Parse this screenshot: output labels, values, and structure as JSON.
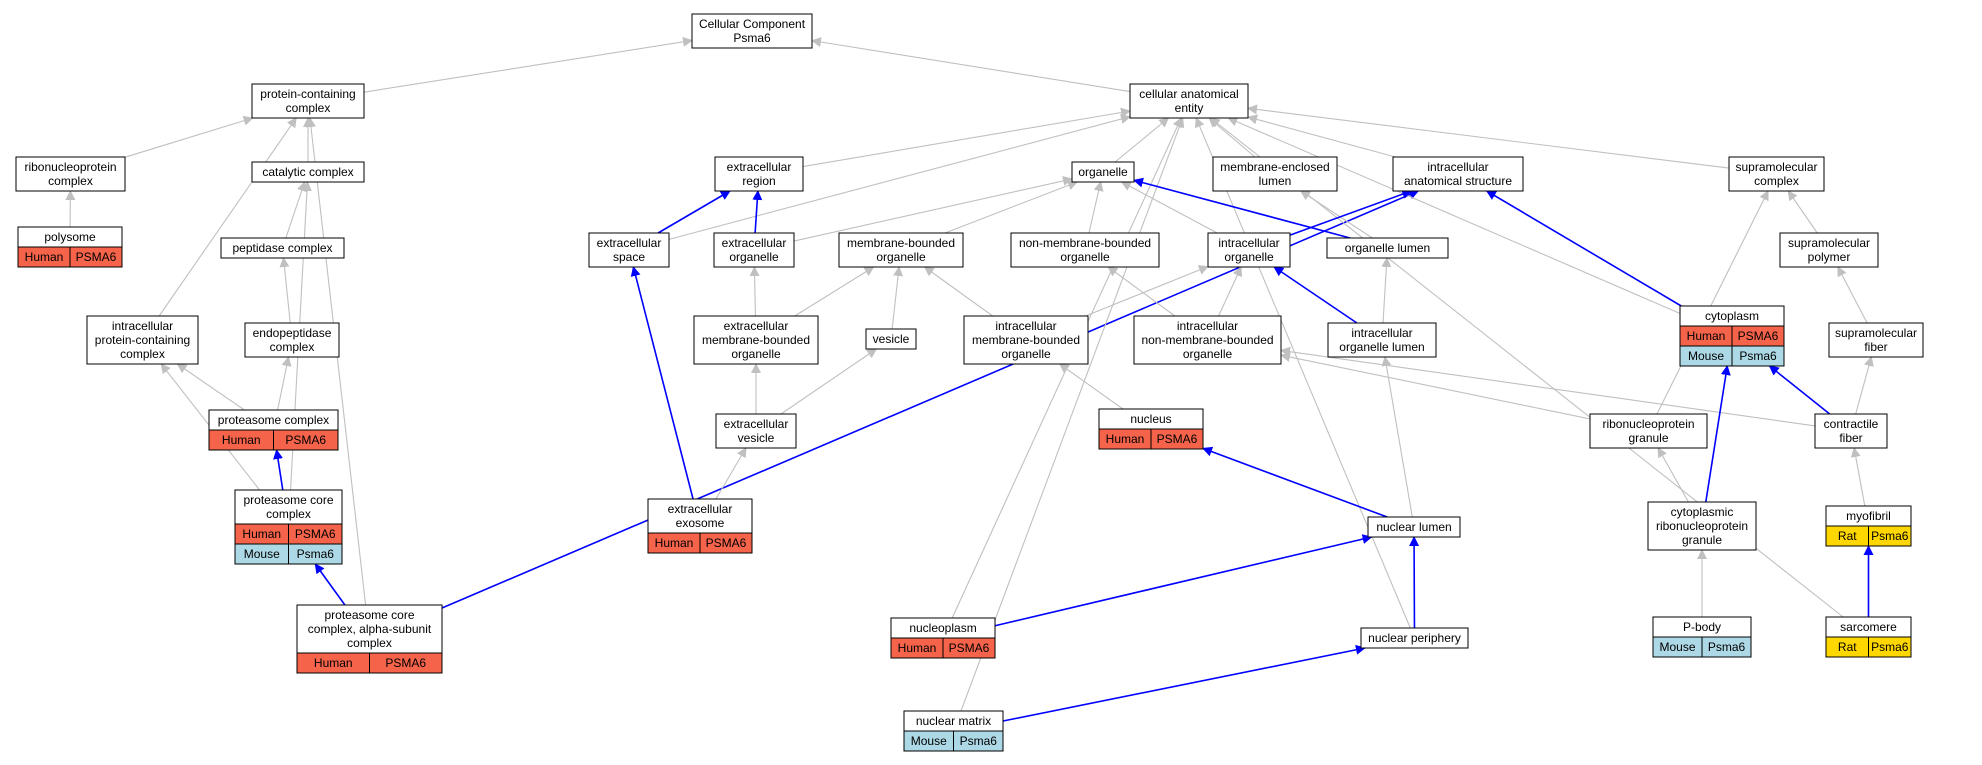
{
  "colors": {
    "edge_gray": "#c0c0c0",
    "edge_blue": "#0000ff",
    "human": "#f4634a",
    "mouse": "#add8e6",
    "rat": "#ffd700",
    "node_fill": "#ffffff",
    "node_stroke": "#000000"
  },
  "nodes": [
    {
      "id": "cc",
      "lines": [
        "Cellular Component",
        "Psma6"
      ],
      "tags": []
    },
    {
      "id": "pcc",
      "lines": [
        "protein-containing",
        "complex"
      ],
      "tags": []
    },
    {
      "id": "cae",
      "lines": [
        "cellular anatomical",
        "entity"
      ],
      "tags": []
    },
    {
      "id": "rnpc",
      "lines": [
        "ribonucleoprotein",
        "complex"
      ],
      "tags": []
    },
    {
      "id": "catc",
      "lines": [
        "catalytic complex"
      ],
      "tags": []
    },
    {
      "id": "exreg",
      "lines": [
        "extracellular",
        "region"
      ],
      "tags": []
    },
    {
      "id": "org",
      "lines": [
        "organelle"
      ],
      "tags": []
    },
    {
      "id": "mel",
      "lines": [
        "membrane-enclosed",
        "lumen"
      ],
      "tags": []
    },
    {
      "id": "ias",
      "lines": [
        "intracellular",
        "anatomical structure"
      ],
      "tags": []
    },
    {
      "id": "smc",
      "lines": [
        "supramolecular",
        "complex"
      ],
      "tags": []
    },
    {
      "id": "polysome",
      "lines": [
        "polysome"
      ],
      "tags": [
        {
          "species": "Human",
          "gene": "PSMA6"
        }
      ]
    },
    {
      "id": "pepc",
      "lines": [
        "peptidase complex"
      ],
      "tags": []
    },
    {
      "id": "exsp",
      "lines": [
        "extracellular",
        "space"
      ],
      "tags": []
    },
    {
      "id": "exorg",
      "lines": [
        "extracellular",
        "organelle"
      ],
      "tags": []
    },
    {
      "id": "mbo",
      "lines": [
        "membrane-bounded",
        "organelle"
      ],
      "tags": []
    },
    {
      "id": "nmbo",
      "lines": [
        "non-membrane-bounded",
        "organelle"
      ],
      "tags": []
    },
    {
      "id": "io",
      "lines": [
        "intracellular",
        "organelle"
      ],
      "tags": []
    },
    {
      "id": "ol",
      "lines": [
        "organelle lumen"
      ],
      "tags": []
    },
    {
      "id": "smp",
      "lines": [
        "supramolecular",
        "polymer"
      ],
      "tags": []
    },
    {
      "id": "ipcc",
      "lines": [
        "intracellular",
        "protein-containing",
        "complex"
      ],
      "tags": []
    },
    {
      "id": "endoc",
      "lines": [
        "endopeptidase",
        "complex"
      ],
      "tags": []
    },
    {
      "id": "exmbo",
      "lines": [
        "extracellular",
        "membrane-bounded",
        "organelle"
      ],
      "tags": []
    },
    {
      "id": "vesicle",
      "lines": [
        "vesicle"
      ],
      "tags": []
    },
    {
      "id": "imbo",
      "lines": [
        "intracellular",
        "membrane-bounded",
        "organelle"
      ],
      "tags": []
    },
    {
      "id": "inmbo",
      "lines": [
        "intracellular",
        "non-membrane-bounded",
        "organelle"
      ],
      "tags": []
    },
    {
      "id": "iol",
      "lines": [
        "intracellular",
        "organelle lumen"
      ],
      "tags": []
    },
    {
      "id": "cyto",
      "lines": [
        "cytoplasm"
      ],
      "tags": [
        {
          "species": "Human",
          "gene": "PSMA6"
        },
        {
          "species": "Mouse",
          "gene": "Psma6"
        }
      ]
    },
    {
      "id": "smf",
      "lines": [
        "supramolecular",
        "fiber"
      ],
      "tags": []
    },
    {
      "id": "protc",
      "lines": [
        "proteasome complex"
      ],
      "tags": [
        {
          "species": "Human",
          "gene": "PSMA6"
        }
      ]
    },
    {
      "id": "exves",
      "lines": [
        "extracellular",
        "vesicle"
      ],
      "tags": []
    },
    {
      "id": "nucleus",
      "lines": [
        "nucleus"
      ],
      "tags": [
        {
          "species": "Human",
          "gene": "PSMA6"
        }
      ]
    },
    {
      "id": "rnpg",
      "lines": [
        "ribonucleoprotein",
        "granule"
      ],
      "tags": []
    },
    {
      "id": "cfib",
      "lines": [
        "contractile",
        "fiber"
      ],
      "tags": []
    },
    {
      "id": "pcore",
      "lines": [
        "proteasome core",
        "complex"
      ],
      "tags": [
        {
          "species": "Human",
          "gene": "PSMA6"
        },
        {
          "species": "Mouse",
          "gene": "Psma6"
        }
      ]
    },
    {
      "id": "exo",
      "lines": [
        "extracellular",
        "exosome"
      ],
      "tags": [
        {
          "species": "Human",
          "gene": "PSMA6"
        }
      ]
    },
    {
      "id": "nlum",
      "lines": [
        "nuclear lumen"
      ],
      "tags": []
    },
    {
      "id": "crnpg",
      "lines": [
        "cytoplasmic",
        "ribonucleoprotein",
        "granule"
      ],
      "tags": []
    },
    {
      "id": "myo",
      "lines": [
        "myofibril"
      ],
      "tags": [
        {
          "species": "Rat",
          "gene": "Psma6"
        }
      ]
    },
    {
      "id": "pcalpha",
      "lines": [
        "proteasome core",
        "complex, alpha-subunit",
        "complex"
      ],
      "tags": [
        {
          "species": "Human",
          "gene": "PSMA6"
        }
      ]
    },
    {
      "id": "nplasm",
      "lines": [
        "nucleoplasm"
      ],
      "tags": [
        {
          "species": "Human",
          "gene": "PSMA6"
        }
      ]
    },
    {
      "id": "nper",
      "lines": [
        "nuclear periphery"
      ],
      "tags": []
    },
    {
      "id": "pbody",
      "lines": [
        "P-body"
      ],
      "tags": [
        {
          "species": "Mouse",
          "gene": "Psma6"
        }
      ]
    },
    {
      "id": "sarc",
      "lines": [
        "sarcomere"
      ],
      "tags": [
        {
          "species": "Rat",
          "gene": "Psma6"
        }
      ]
    },
    {
      "id": "nmat",
      "lines": [
        "nuclear matrix"
      ],
      "tags": [
        {
          "species": "Mouse",
          "gene": "Psma6"
        }
      ]
    }
  ],
  "edges": [
    {
      "from": "pcc",
      "to": "cc",
      "color": "gray"
    },
    {
      "from": "cae",
      "to": "cc",
      "color": "gray"
    },
    {
      "from": "rnpc",
      "to": "pcc",
      "color": "gray"
    },
    {
      "from": "catc",
      "to": "pcc",
      "color": "gray"
    },
    {
      "from": "ipcc",
      "to": "pcc",
      "color": "gray"
    },
    {
      "from": "pcalpha",
      "to": "pcc",
      "color": "gray"
    },
    {
      "from": "polysome",
      "to": "rnpc",
      "color": "gray"
    },
    {
      "from": "pepc",
      "to": "catc",
      "color": "gray"
    },
    {
      "from": "pcore",
      "to": "catc",
      "color": "gray"
    },
    {
      "from": "endoc",
      "to": "pepc",
      "color": "gray"
    },
    {
      "from": "protc",
      "to": "endoc",
      "color": "gray"
    },
    {
      "from": "protc",
      "to": "ipcc",
      "color": "gray"
    },
    {
      "from": "pcore",
      "to": "ipcc",
      "color": "gray"
    },
    {
      "from": "pcore",
      "to": "protc",
      "color": "blue"
    },
    {
      "from": "pcalpha",
      "to": "pcore",
      "color": "blue"
    },
    {
      "from": "pcalpha",
      "to": "ias",
      "color": "blue"
    },
    {
      "from": "exreg",
      "to": "cae",
      "color": "gray"
    },
    {
      "from": "org",
      "to": "cae",
      "color": "gray"
    },
    {
      "from": "mel",
      "to": "cae",
      "color": "gray"
    },
    {
      "from": "ias",
      "to": "cae",
      "color": "gray"
    },
    {
      "from": "smc",
      "to": "cae",
      "color": "gray"
    },
    {
      "from": "exsp",
      "to": "cae",
      "color": "gray"
    },
    {
      "from": "cyto",
      "to": "cae",
      "color": "gray"
    },
    {
      "from": "sarc",
      "to": "cae",
      "color": "gray"
    },
    {
      "from": "nper",
      "to": "cae",
      "color": "gray"
    },
    {
      "from": "nplasm",
      "to": "cae",
      "color": "gray"
    },
    {
      "from": "nmat",
      "to": "cae",
      "color": "gray"
    },
    {
      "from": "exsp",
      "to": "exreg",
      "color": "blue"
    },
    {
      "from": "exorg",
      "to": "exreg",
      "color": "blue"
    },
    {
      "from": "exorg",
      "to": "org",
      "color": "gray"
    },
    {
      "from": "mbo",
      "to": "org",
      "color": "gray"
    },
    {
      "from": "nmbo",
      "to": "org",
      "color": "gray"
    },
    {
      "from": "io",
      "to": "org",
      "color": "gray"
    },
    {
      "from": "ol",
      "to": "org",
      "color": "blue"
    },
    {
      "from": "ol",
      "to": "mel",
      "color": "gray"
    },
    {
      "from": "io",
      "to": "ias",
      "color": "blue"
    },
    {
      "from": "cyto",
      "to": "ias",
      "color": "blue"
    },
    {
      "from": "smp",
      "to": "smc",
      "color": "gray"
    },
    {
      "from": "rnpg",
      "to": "smc",
      "color": "gray"
    },
    {
      "from": "smf",
      "to": "smp",
      "color": "gray"
    },
    {
      "from": "cfib",
      "to": "smf",
      "color": "gray"
    },
    {
      "from": "exmbo",
      "to": "exorg",
      "color": "gray"
    },
    {
      "from": "exmbo",
      "to": "mbo",
      "color": "gray"
    },
    {
      "from": "vesicle",
      "to": "mbo",
      "color": "gray"
    },
    {
      "from": "imbo",
      "to": "mbo",
      "color": "gray"
    },
    {
      "from": "imbo",
      "to": "io",
      "color": "gray"
    },
    {
      "from": "inmbo",
      "to": "nmbo",
      "color": "gray"
    },
    {
      "from": "inmbo",
      "to": "io",
      "color": "gray"
    },
    {
      "from": "iol",
      "to": "io",
      "color": "blue"
    },
    {
      "from": "iol",
      "to": "ol",
      "color": "gray"
    },
    {
      "from": "exves",
      "to": "exmbo",
      "color": "gray"
    },
    {
      "from": "exves",
      "to": "vesicle",
      "color": "gray"
    },
    {
      "from": "exo",
      "to": "exves",
      "color": "gray"
    },
    {
      "from": "exo",
      "to": "exsp",
      "color": "blue"
    },
    {
      "from": "nucleus",
      "to": "imbo",
      "color": "gray"
    },
    {
      "from": "nlum",
      "to": "nucleus",
      "color": "blue"
    },
    {
      "from": "nlum",
      "to": "iol",
      "color": "gray"
    },
    {
      "from": "nplasm",
      "to": "nlum",
      "color": "blue"
    },
    {
      "from": "nper",
      "to": "nlum",
      "color": "blue"
    },
    {
      "from": "nmat",
      "to": "nper",
      "color": "blue"
    },
    {
      "from": "rnpg",
      "to": "inmbo",
      "color": "gray"
    },
    {
      "from": "cfib",
      "to": "inmbo",
      "color": "gray"
    },
    {
      "from": "cfib",
      "to": "cyto",
      "color": "blue"
    },
    {
      "from": "crnpg",
      "to": "rnpg",
      "color": "gray"
    },
    {
      "from": "crnpg",
      "to": "cyto",
      "color": "blue"
    },
    {
      "from": "pbody",
      "to": "crnpg",
      "color": "gray"
    },
    {
      "from": "myo",
      "to": "cfib",
      "color": "gray"
    },
    {
      "from": "sarc",
      "to": "myo",
      "color": "blue"
    }
  ]
}
